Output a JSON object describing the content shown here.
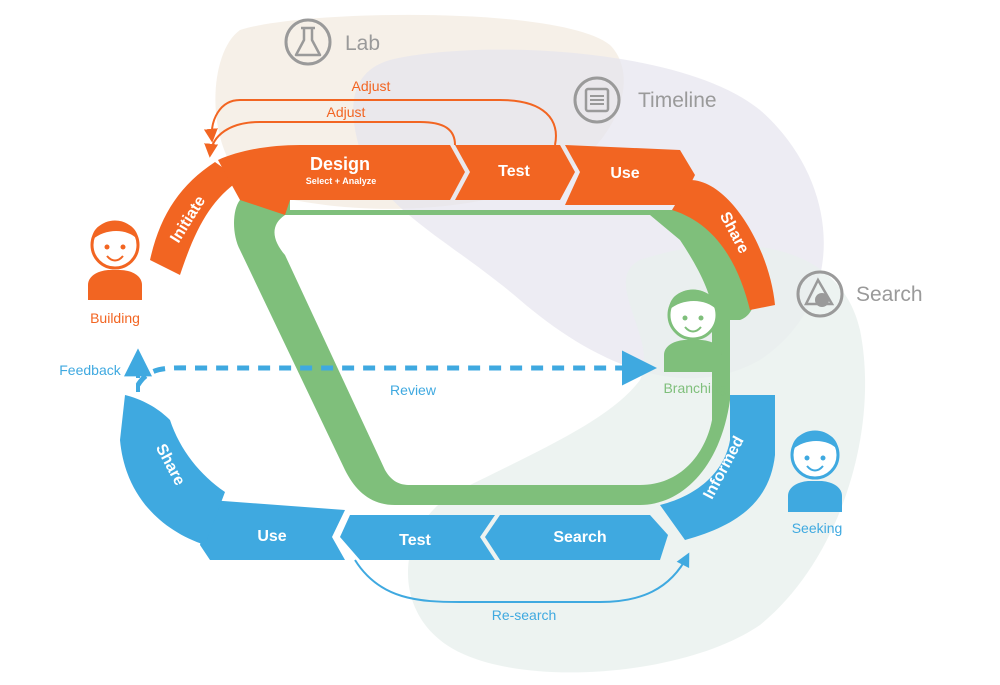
{
  "zones": {
    "lab": {
      "label": "Lab",
      "icon": "flask-icon"
    },
    "timeline": {
      "label": "Timeline",
      "icon": "document-icon"
    },
    "search": {
      "label": "Search",
      "icon": "shapes-icon"
    }
  },
  "personas": {
    "building": {
      "label": "Building"
    },
    "branching": {
      "label": "Branching"
    },
    "seeking": {
      "label": "Seeking"
    }
  },
  "orange_path": {
    "initiate": "Initiate",
    "design": "Design",
    "design_sub": "Select + Analyze",
    "test": "Test",
    "use": "Use",
    "share": "Share",
    "adjust_outer": "Adjust",
    "adjust_inner": "Adjust"
  },
  "blue_path": {
    "informed": "Informed",
    "search": "Search",
    "test": "Test",
    "use": "Use",
    "share": "Share"
  },
  "connectors": {
    "feedback": "Feedback",
    "review": "Review",
    "research": "Re-search"
  },
  "colors": {
    "orange": "#f26522",
    "green": "#7fbf7b",
    "blue": "#3fa9e0",
    "gray": "#9a9a9a"
  }
}
